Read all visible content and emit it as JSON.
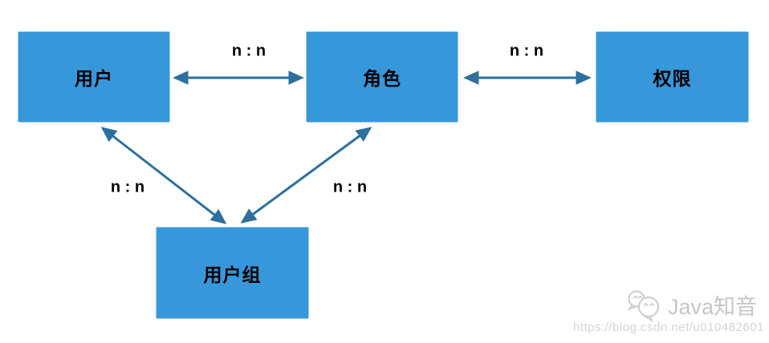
{
  "diagram": {
    "title_hint": "RBAC relationship diagram",
    "nodes": [
      {
        "id": "user",
        "label": "用户"
      },
      {
        "id": "role",
        "label": "角色"
      },
      {
        "id": "permission",
        "label": "权限"
      },
      {
        "id": "user_group",
        "label": "用户组"
      }
    ],
    "edges": [
      {
        "id": "user-role",
        "from": "用户",
        "to": "角色",
        "label": "n : n",
        "style": "double-arrow"
      },
      {
        "id": "role-permission",
        "from": "角色",
        "to": "权限",
        "label": "n : n",
        "style": "double-arrow"
      },
      {
        "id": "user-user_group",
        "from": "用户",
        "to": "用户组",
        "label": "n : n",
        "style": "double-arrow"
      },
      {
        "id": "role-user_group",
        "from": "角色",
        "to": "用户组",
        "label": "n : n",
        "style": "double-arrow"
      }
    ],
    "colors": {
      "node_fill": "#3797DB",
      "node_border": "#9FCBEC",
      "arrow": "#2D709F",
      "text": "#000000",
      "background": "#FFFFFF",
      "watermark_text": "#C6C6C6",
      "watermark_url": "#D4D4D4"
    }
  },
  "watermark": {
    "icon": "wechat-icon",
    "brand": "Java知音",
    "url": "https://blog.csdn.net/u010482601"
  }
}
